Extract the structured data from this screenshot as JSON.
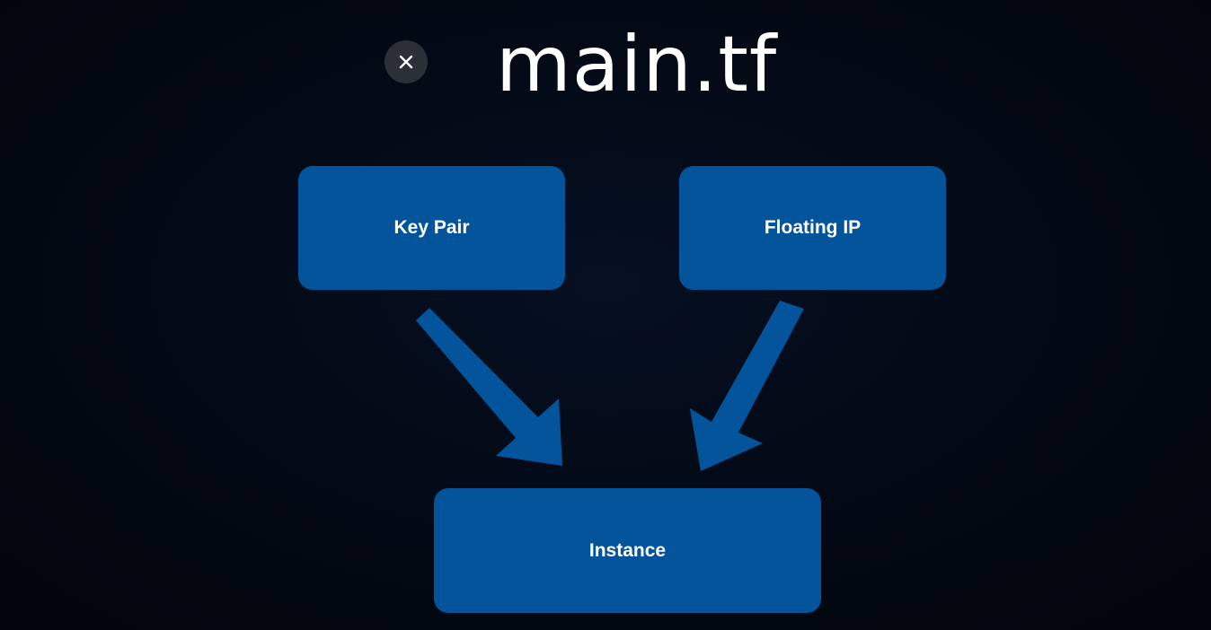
{
  "title": "main.tf",
  "close_button": {
    "icon": "close-icon"
  },
  "nodes": {
    "key_pair": "Key Pair",
    "floating_ip": "Floating IP",
    "instance": "Instance"
  },
  "edges": [
    {
      "from": "Key Pair",
      "to": "Instance"
    },
    {
      "from": "Floating IP",
      "to": "Instance"
    }
  ],
  "colors": {
    "background": "#020711",
    "node_fill": "#04549b",
    "arrow_fill": "#04549b",
    "text": "#ffffff",
    "close_button_bg": "#2a2f38"
  }
}
